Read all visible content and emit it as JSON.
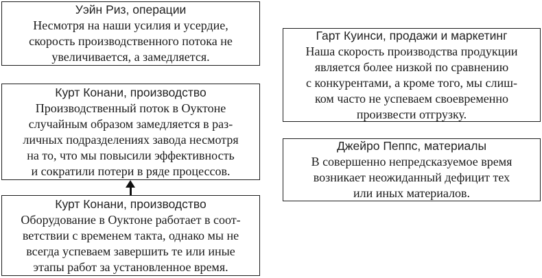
{
  "diagram": {
    "background_color": "#ffffff",
    "box_border_color": "#1b1b1b",
    "text_color": "#1a1a1a",
    "boxes": [
      {
        "id": "wayne-reese-operations",
        "title": "Уэйн Риз, операции",
        "body": "Несмотря на наши усилия и усердие,\nскорость производственного потока не\nувеличивается, а замедляется."
      },
      {
        "id": "kurt-conani-production-flow",
        "title": "Курт Конани, производство",
        "body": "Производственный поток в Оуктоне\nслучайным образом замедляется в раз-\nличных подразделениях завода несмотря\nна то, что мы повысили эффективность\nи сократили потери в ряде процессов."
      },
      {
        "id": "kurt-conani-production-takt",
        "title": "Курт Конани, производство",
        "body": "Оборудование в Оуктоне работает в соот-\nветствии с временем такта, однако мы не\nвсегда успеваем завершить те или иные\nэтапы работ за установленное время."
      },
      {
        "id": "gart-quincy-sales-marketing",
        "title": "Гарт Куинси, продажи и маркетинг",
        "body": "Наша скорость производства продукции\nявляется более низкой по сравнению\nс конкурентами, а кроме того, мы слиш-\nком часто не успеваем своевременно\nпроизвести отгрузку."
      },
      {
        "id": "jayro-pepps-materials",
        "title": "Джейро Пеппс, материалы",
        "body": "В совершенно непредсказуемое время\nвозникает неожиданный дефицит тех\nили иных материалов."
      }
    ],
    "connector": {
      "type": "arrow-up",
      "description": "вертикальная стрелка вверх от нижнего левого блока к среднему левому блоку"
    }
  }
}
